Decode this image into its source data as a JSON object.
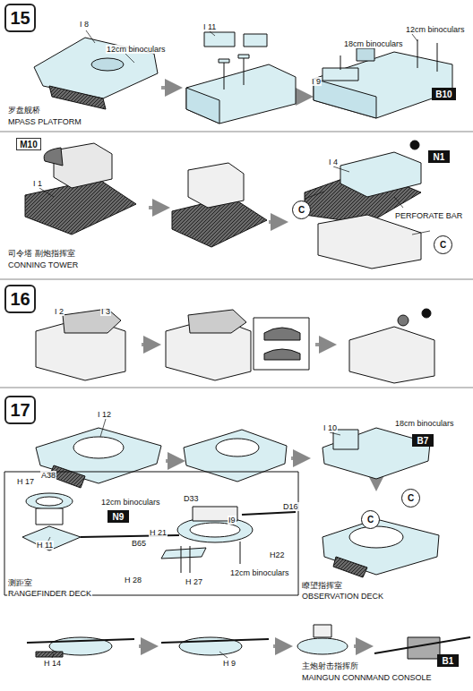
{
  "diagram": {
    "nodes": [
      {
        "text": [
          "15"
        ]
      },
      {
        "text": [
          "B10"
        ]
      },
      {
        "text": [
          "M10"
        ]
      },
      {
        "text": [
          "N1"
        ]
      },
      {
        "text": [
          "C"
        ]
      },
      {
        "text": [
          "C"
        ]
      },
      {
        "text": [
          "16"
        ]
      },
      {
        "text": [
          "17"
        ]
      },
      {
        "text": [
          "B7"
        ]
      },
      {
        "text": [
          "N9"
        ]
      },
      {
        "text": [
          "C"
        ]
      },
      {
        "text": [
          "C"
        ]
      },
      {
        "text": [
          "B1"
        ]
      }
    ],
    "labels": [
      "I 8",
      "12cm binoculars",
      "I 11",
      "18cm binoculars",
      "12cm binoculars",
      "I 9",
      "罗盘舰桥",
      "MPASS PLATFORM",
      "I 1",
      "I 4",
      "PERFORATE BAR",
      "司令塔 副炮指挥室",
      "CONNING TOWER",
      "I 2",
      "I 3",
      "I 12",
      "I 10",
      "18cm binoculars",
      "H 17",
      "A38",
      "12cm binoculars",
      "D33",
      "I9",
      "D16",
      "H 21",
      "B65",
      "H 11",
      "H22",
      "12cm binoculars",
      "H 28",
      "H 27",
      "测距室",
      "RANGEFINDER DECK",
      "瞭望指挥室",
      "OBSERVATION DECK",
      "H 14",
      "H 9",
      "主炮射击指挥所",
      "MAINGUN CONNMAND CONSOLE"
    ]
  }
}
